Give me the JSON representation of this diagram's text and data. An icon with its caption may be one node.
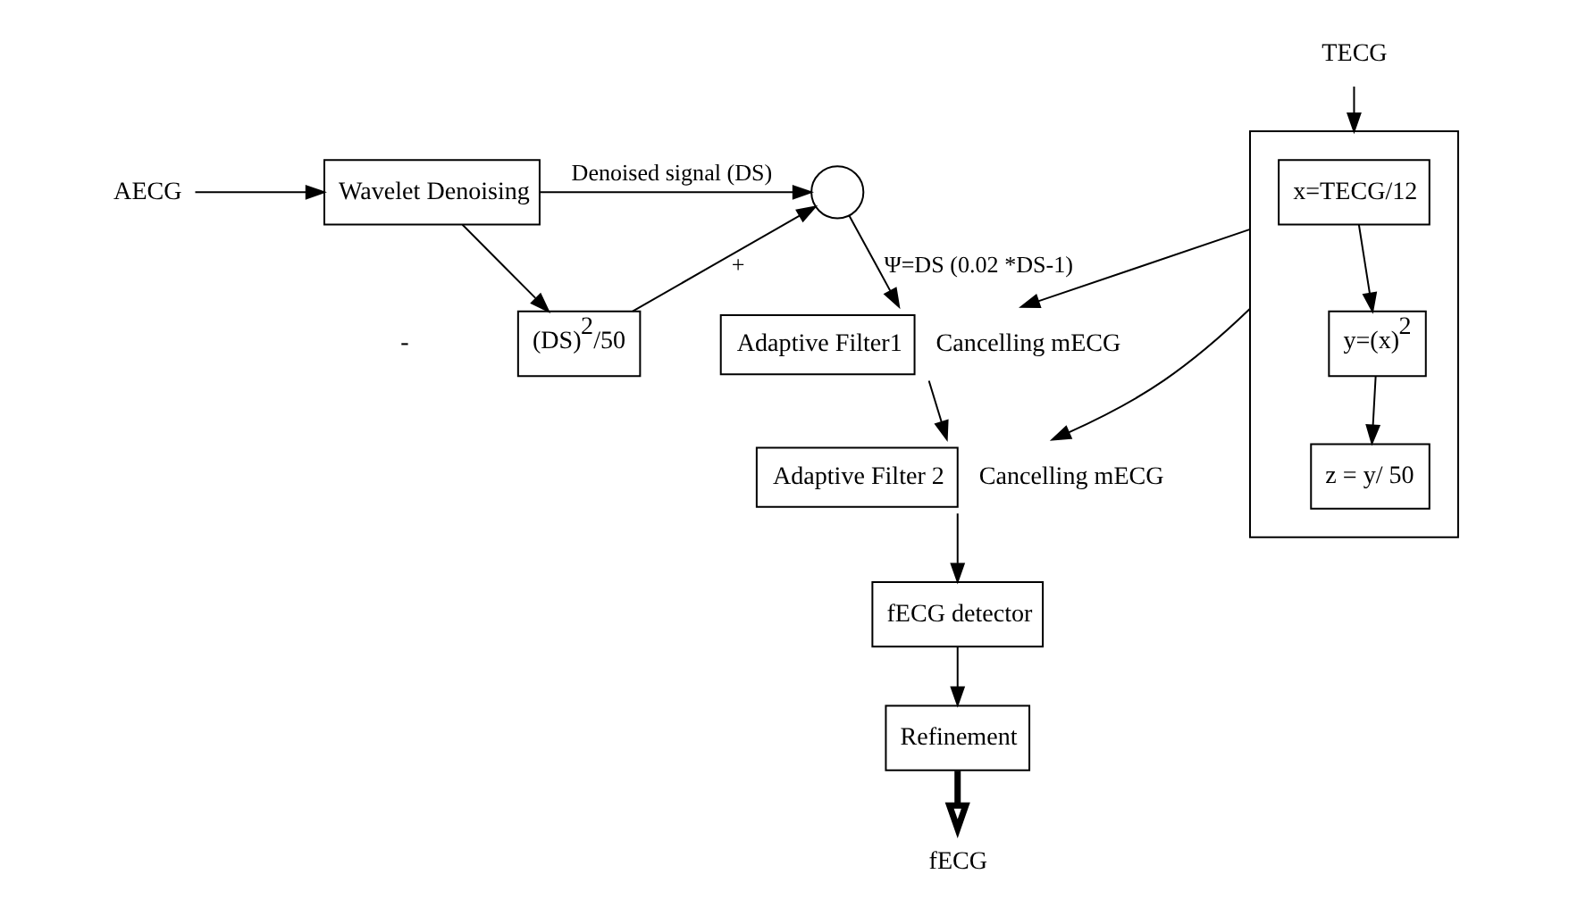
{
  "diagram": {
    "nodes": [
      {
        "text": [
          "AECG"
        ]
      },
      {
        "text": [
          "Wavelet Denoising"
        ]
      },
      {
        "text": [],
        "shape": "circle"
      },
      {
        "text": [
          "(DS)$^{2}$/50"
        ]
      },
      {
        "text": [
          "TECG"
        ]
      },
      {
        "text": [],
        "shape": "box"
      },
      {
        "text": [
          "x=TECG/12"
        ],
        "in": 5
      },
      {
        "text": [
          "y=(x)$^{2}$"
        ],
        "in": 5
      },
      {
        "text": [
          "z = y/ 50"
        ],
        "in": 5
      },
      {
        "text": [
          "Adaptive Filter1"
        ],
        "beside": [
          "Cancelling mECG"
        ]
      },
      {
        "text": [
          "Adaptive Filter 2"
        ],
        "beside": [
          "Cancelling mECG"
        ]
      },
      {
        "text": [
          "fECG detector"
        ]
      },
      {
        "text": [
          "Refinement"
        ]
      },
      {
        "text": [
          "fECG"
        ]
      }
    ],
    "edges": [
      {
        "from": 0,
        "to": 1,
        "arrow": "to"
      },
      {
        "from": 1,
        "to": 2,
        "arrow": "to",
        "label": "Denoised signal (DS)"
      },
      {
        "from": 1,
        "to": 3,
        "arrow": "to"
      },
      {
        "from": 3,
        "to": 2,
        "arrow": "to",
        "label": "+"
      },
      {
        "from": 2,
        "to": 9,
        "arrow": "to",
        "label": "Ψ=DS (0.02 *DS-1)"
      },
      {
        "from": 4,
        "to": 5,
        "arrow": "to"
      },
      {
        "from": 6,
        "to": 7,
        "arrow": "to"
      },
      {
        "from": 7,
        "to": 8,
        "arrow": "to"
      },
      {
        "from": 5,
        "to": 9,
        "arrow": "to"
      },
      {
        "from": 5,
        "to": 10,
        "arrow": "to"
      },
      {
        "from": 9,
        "to": 10,
        "arrow": "to"
      },
      {
        "from": 10,
        "to": 11,
        "arrow": "to"
      },
      {
        "from": 11,
        "to": 12,
        "arrow": "to"
      },
      {
        "from": 12,
        "to": 13,
        "arrow": "to",
        "style": "thick"
      }
    ],
    "labels": [
      "-"
    ]
  }
}
